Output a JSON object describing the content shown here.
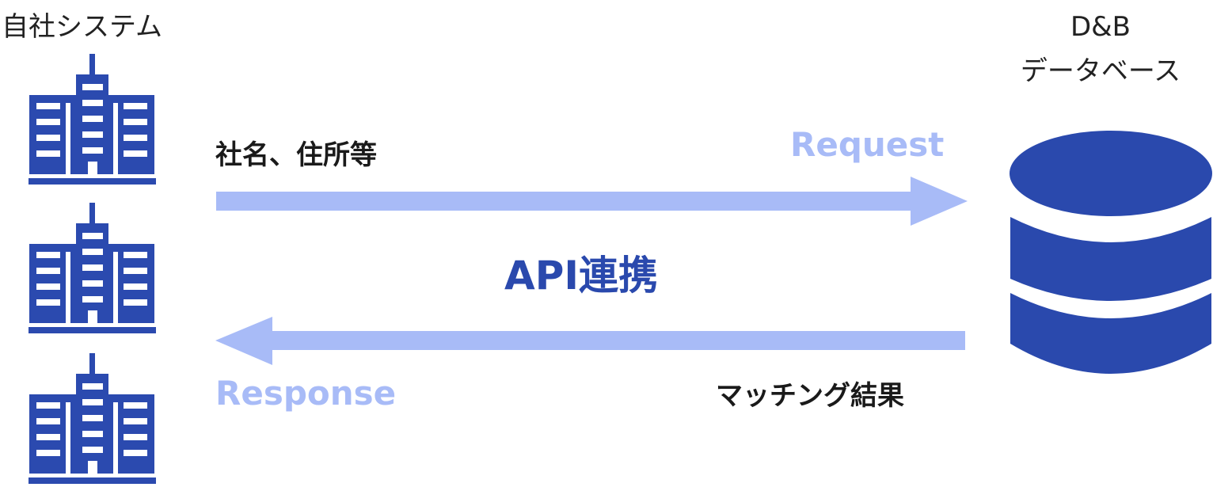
{
  "own_system": {
    "label": "自社システム",
    "icon": "building-icon"
  },
  "database": {
    "label_line1": "D&B",
    "label_line2": "データベース",
    "icon": "database-icon"
  },
  "request": {
    "data_label": "社名、住所等",
    "label": "Request"
  },
  "api": {
    "label": "API連携"
  },
  "response": {
    "label": "Response",
    "data_label": "マッチング結果"
  },
  "colors": {
    "building": "#2b4aaf",
    "database": "#2a49ad",
    "arrow": "#a8bbf7",
    "request_text": "#a8bbf7",
    "response_text": "#a8bbf7",
    "api_text": "#2a49ad"
  }
}
